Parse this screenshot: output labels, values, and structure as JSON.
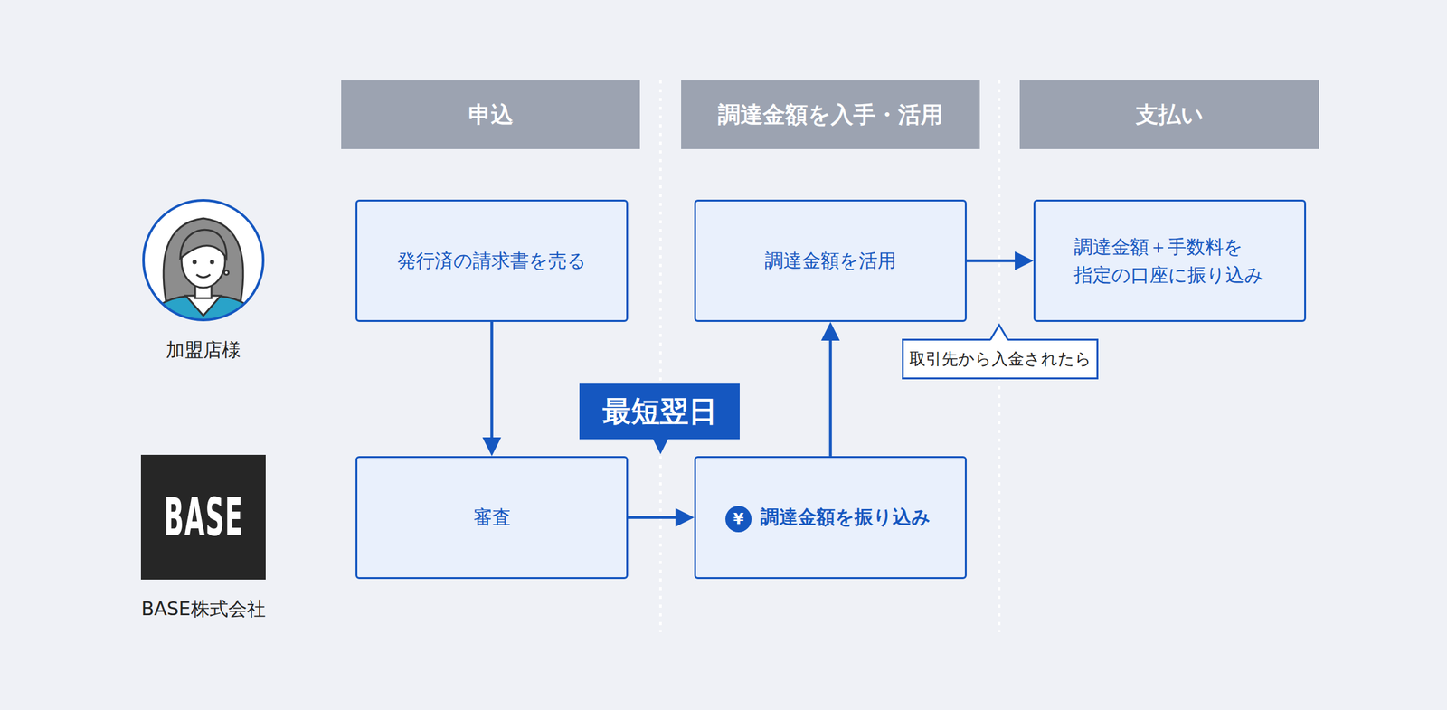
{
  "diagram": {
    "nodes": [
      {
        "text": [
          "申込"
        ]
      },
      {
        "text": [
          "調達金額を入手・活用"
        ]
      },
      {
        "text": [
          "支払い"
        ]
      },
      {
        "text": [
          "加盟店様"
        ]
      },
      {
        "text": [
          "発行済の請求書を売る"
        ]
      },
      {
        "text": [
          "調達金額を活用"
        ]
      },
      {
        "text": [
          "調達金額＋手数料を 指定の口座に振り込み"
        ]
      },
      {
        "text": [
          "取引先から入金されたら"
        ]
      },
      {
        "text": [
          "最短翌日"
        ]
      },
      {
        "text": [
          "BASE",
          "BASE株式会社"
        ]
      },
      {
        "text": [
          "審査"
        ]
      },
      {
        "text": [
          "調達金額を振り込み"
        ]
      }
    ],
    "edges": [
      {
        "from": 4,
        "to": 10,
        "arrow": "to"
      },
      {
        "from": 10,
        "to": 11,
        "arrow": "to"
      },
      {
        "from": 11,
        "to": 5,
        "arrow": "to"
      },
      {
        "from": 5,
        "to": 6,
        "arrow": "to"
      }
    ],
    "labels": [
      "¥"
    ]
  }
}
